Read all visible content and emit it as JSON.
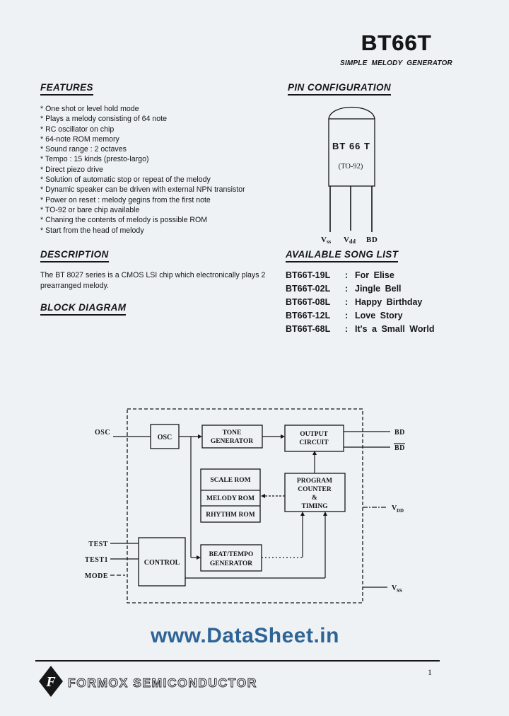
{
  "header": {
    "title": "BT66T",
    "subtitle": "SIMPLE  MELODY  GENERATOR"
  },
  "features": {
    "heading": "FEATURES",
    "items": [
      "* One shot or level hold mode",
      "* Plays a melody consisting of 64 note",
      "* RC oscillator on chip",
      "* 64-note ROM memory",
      "* Sound range : 2 octaves",
      "* Tempo : 15 kinds (presto-largo)",
      "* Direct piezo drive",
      "* Solution of automatic stop or repeat of the melody",
      "* Dynamic speaker can be driven with external NPN transistor",
      "* Power on reset : melody gegins from the first note",
      "* TO-92 or bare chip available",
      "* Chaning the contents of melody is possible ROM",
      "* Start from the head of melody"
    ]
  },
  "pin_configuration": {
    "heading": "PIN CONFIGURATION",
    "package_name": "BT 66 T",
    "package_type": "(TO-92)",
    "pins": [
      {
        "base": "V",
        "sub": "ss"
      },
      {
        "base": "V",
        "sub": "dd"
      },
      {
        "base": "BD",
        "sub": ""
      }
    ]
  },
  "description": {
    "heading": "DESCRIPTION",
    "text": "The BT 8027 series is a CMOS LSI chip which electronically plays 2 prearranged melody."
  },
  "song_list": {
    "heading": "AVAILABLE SONG LIST",
    "separator": ":",
    "items": [
      {
        "part": "BT66T-19L",
        "song": "For Elise"
      },
      {
        "part": "BT66T-02L",
        "song": "Jingle Bell"
      },
      {
        "part": "BT66T-08L",
        "song": "Happy Birthday"
      },
      {
        "part": "BT66T-12L",
        "song": "Love Story"
      },
      {
        "part": "BT66T-68L",
        "song": "It's a Small World"
      }
    ]
  },
  "block_diagram": {
    "heading": "BLOCK DIAGRAM",
    "pins": {
      "osc": "OSC",
      "test": "TEST",
      "test1": "TEST1",
      "mode": "MODE",
      "bd": "BD",
      "bd_bar": "BD",
      "vdd_base": "V",
      "vdd_sub": "DD",
      "vss_base": "V",
      "vss_sub": "SS"
    },
    "boxes": {
      "osc": "OSC",
      "tone_1": "TONE",
      "tone_2": "GENERATOR",
      "output_1": "OUTPUT",
      "output_2": "CIRCUIT",
      "rom_1": "SCALE  ROM",
      "rom_2": "MELODY  ROM",
      "rom_3": "RHYTHM ROM",
      "program_1": "PROGRAM",
      "program_2": "COUNTER",
      "program_3": "&",
      "program_4": "TIMING",
      "beat_1": "BEAT/TEMPO",
      "beat_2": "GENERATOR",
      "control": "CONTROL"
    }
  },
  "watermark": {
    "text": "www.DataSheet.in",
    "color": "#2e6496"
  },
  "footer": {
    "company": "FORMOX SEMICONDUCTOR",
    "logo_letter": "F",
    "page_number": "1"
  }
}
